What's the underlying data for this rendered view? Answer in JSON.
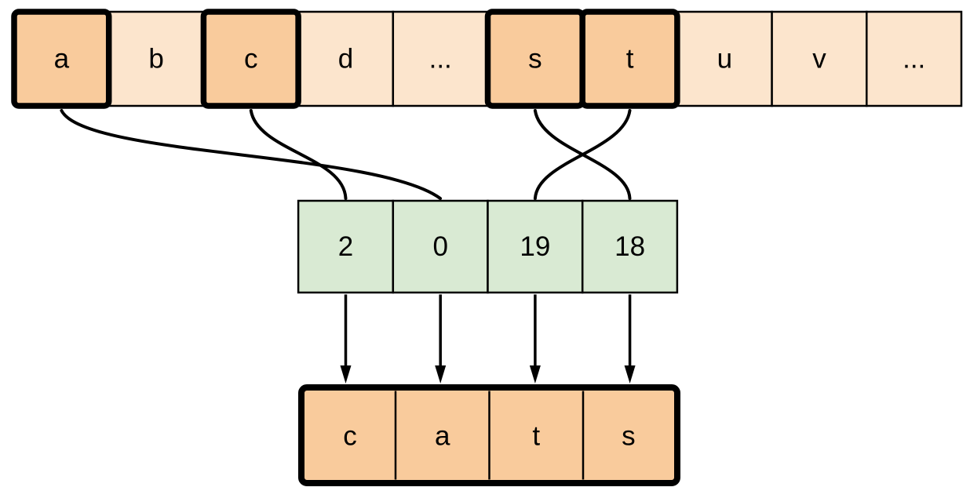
{
  "diagram": {
    "description": "Mapping of highlighted alphabet letters to their zero-based indices, which index the output word",
    "alphabet_row": {
      "cells": [
        {
          "label": "a",
          "highlighted": true
        },
        {
          "label": "b",
          "highlighted": false
        },
        {
          "label": "c",
          "highlighted": true
        },
        {
          "label": "d",
          "highlighted": false
        },
        {
          "label": "...",
          "highlighted": false
        },
        {
          "label": "s",
          "highlighted": true
        },
        {
          "label": "t",
          "highlighted": true
        },
        {
          "label": "u",
          "highlighted": false
        },
        {
          "label": "v",
          "highlighted": false
        },
        {
          "label": "...",
          "highlighted": false
        }
      ]
    },
    "index_row": {
      "cells": [
        {
          "label": "2"
        },
        {
          "label": "0"
        },
        {
          "label": "19"
        },
        {
          "label": "18"
        }
      ]
    },
    "output_row": {
      "cells": [
        {
          "label": "c"
        },
        {
          "label": "a"
        },
        {
          "label": "t"
        },
        {
          "label": "s"
        }
      ]
    },
    "connections": {
      "letter_to_index": [
        {
          "letter": "a",
          "index": "0"
        },
        {
          "letter": "c",
          "index": "2"
        },
        {
          "letter": "s",
          "index": "18"
        },
        {
          "letter": "t",
          "index": "19"
        }
      ],
      "index_to_output": [
        {
          "index": "2",
          "output": "c"
        },
        {
          "index": "0",
          "output": "a"
        },
        {
          "index": "19",
          "output": "t"
        },
        {
          "index": "18",
          "output": "s"
        }
      ]
    },
    "colors": {
      "highlight_fill": "#f9cb9c",
      "plain_fill": "#fce5cd",
      "index_fill": "#d9ead3",
      "stroke": "#000000",
      "background": "#ffffff"
    }
  }
}
